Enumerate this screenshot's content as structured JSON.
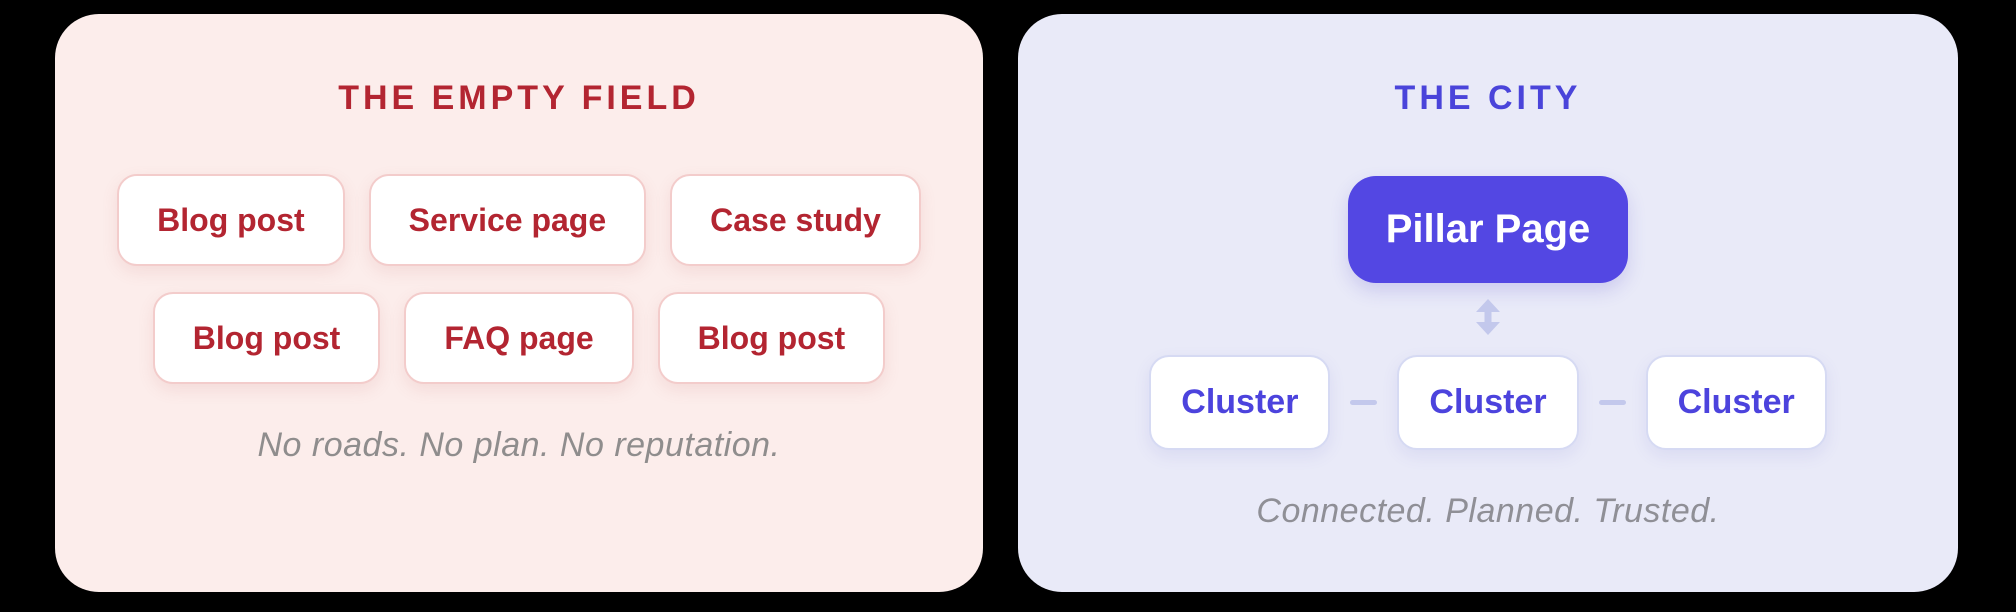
{
  "theme": {
    "canvas_bg": "#000000",
    "left_bg": "#fcedeb",
    "left_title": "#b32531",
    "left_chip_text": "#b32531",
    "left_chip_border": "#f3cccb",
    "left_caption": "#8f8d8d",
    "chip_bg": "#ffffff",
    "right_bg": "#e9eaf8",
    "right_title": "#4a44da",
    "pillar_bg": "#5347e3",
    "pillar_text": "#ffffff",
    "cluster_text": "#4c43dd",
    "cluster_border": "#d6daf3",
    "connector": "#c3c8ec",
    "right_caption": "#8f8f96"
  },
  "left_panel": {
    "title": "THE EMPTY FIELD",
    "rows": [
      {
        "chips": [
          "Blog post",
          "Service page",
          "Case study"
        ]
      },
      {
        "chips": [
          "Blog post",
          "FAQ page",
          "Blog post"
        ]
      }
    ],
    "caption": "No roads. No plan. No reputation."
  },
  "right_panel": {
    "title": "THE CITY",
    "pillar_label": "Pillar Page",
    "connector_icon": "up-down-arrow",
    "clusters": [
      "Cluster",
      "Cluster",
      "Cluster"
    ],
    "caption": "Connected. Planned. Trusted."
  }
}
